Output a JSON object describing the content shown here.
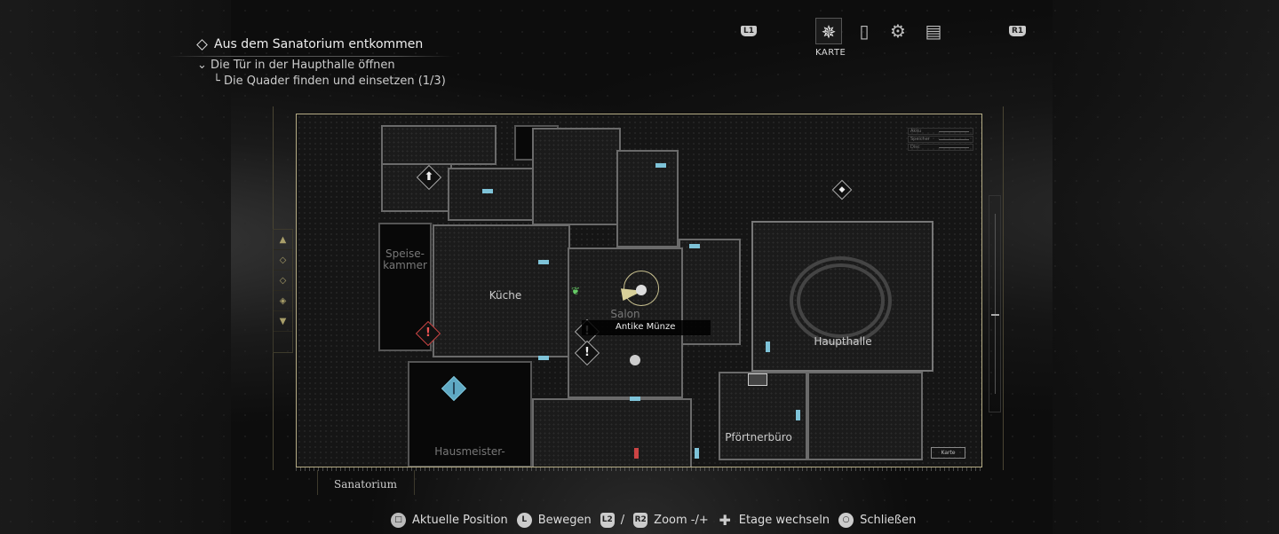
{
  "objective": {
    "main": "Aus dem Sanatorium entkommen",
    "sub": "Die Tür in der Haupthalle öffnen",
    "subsub": "└ Die Quader finden und einsetzen (1/3)"
  },
  "tabs": {
    "left_button": "L1",
    "right_button": "R1",
    "active_label": "KARTE",
    "items": [
      "map-compass",
      "attache-case",
      "gears",
      "files"
    ]
  },
  "map": {
    "rooms": {
      "speisekammer": "Speise-\nkammer",
      "kueche": "Küche",
      "salon": "Salon",
      "haupthalle": "Haupthalle",
      "pfoertnerbuero": "Pförtnerbüro",
      "hausmeister": "Hausmeister-"
    },
    "tooltip": "Antike Münze",
    "legend": [
      "Akku",
      "Speicher",
      "Disc"
    ],
    "karte_button": "Karte",
    "area_name": "Sanatorium",
    "colors": {
      "door": "#7ec3d8",
      "frame": "#b5ac85",
      "player": "#d8d09a"
    }
  },
  "footer": [
    {
      "button": "□",
      "label": "Aktuelle Position"
    },
    {
      "button": "L",
      "label": "Bewegen"
    },
    {
      "button": "L2",
      "label": "/"
    },
    {
      "button": "R2",
      "label": "Zoom -/+"
    },
    {
      "button": "✚",
      "label": "Etage wechseln"
    },
    {
      "button": "○",
      "label": "Schließen"
    }
  ]
}
